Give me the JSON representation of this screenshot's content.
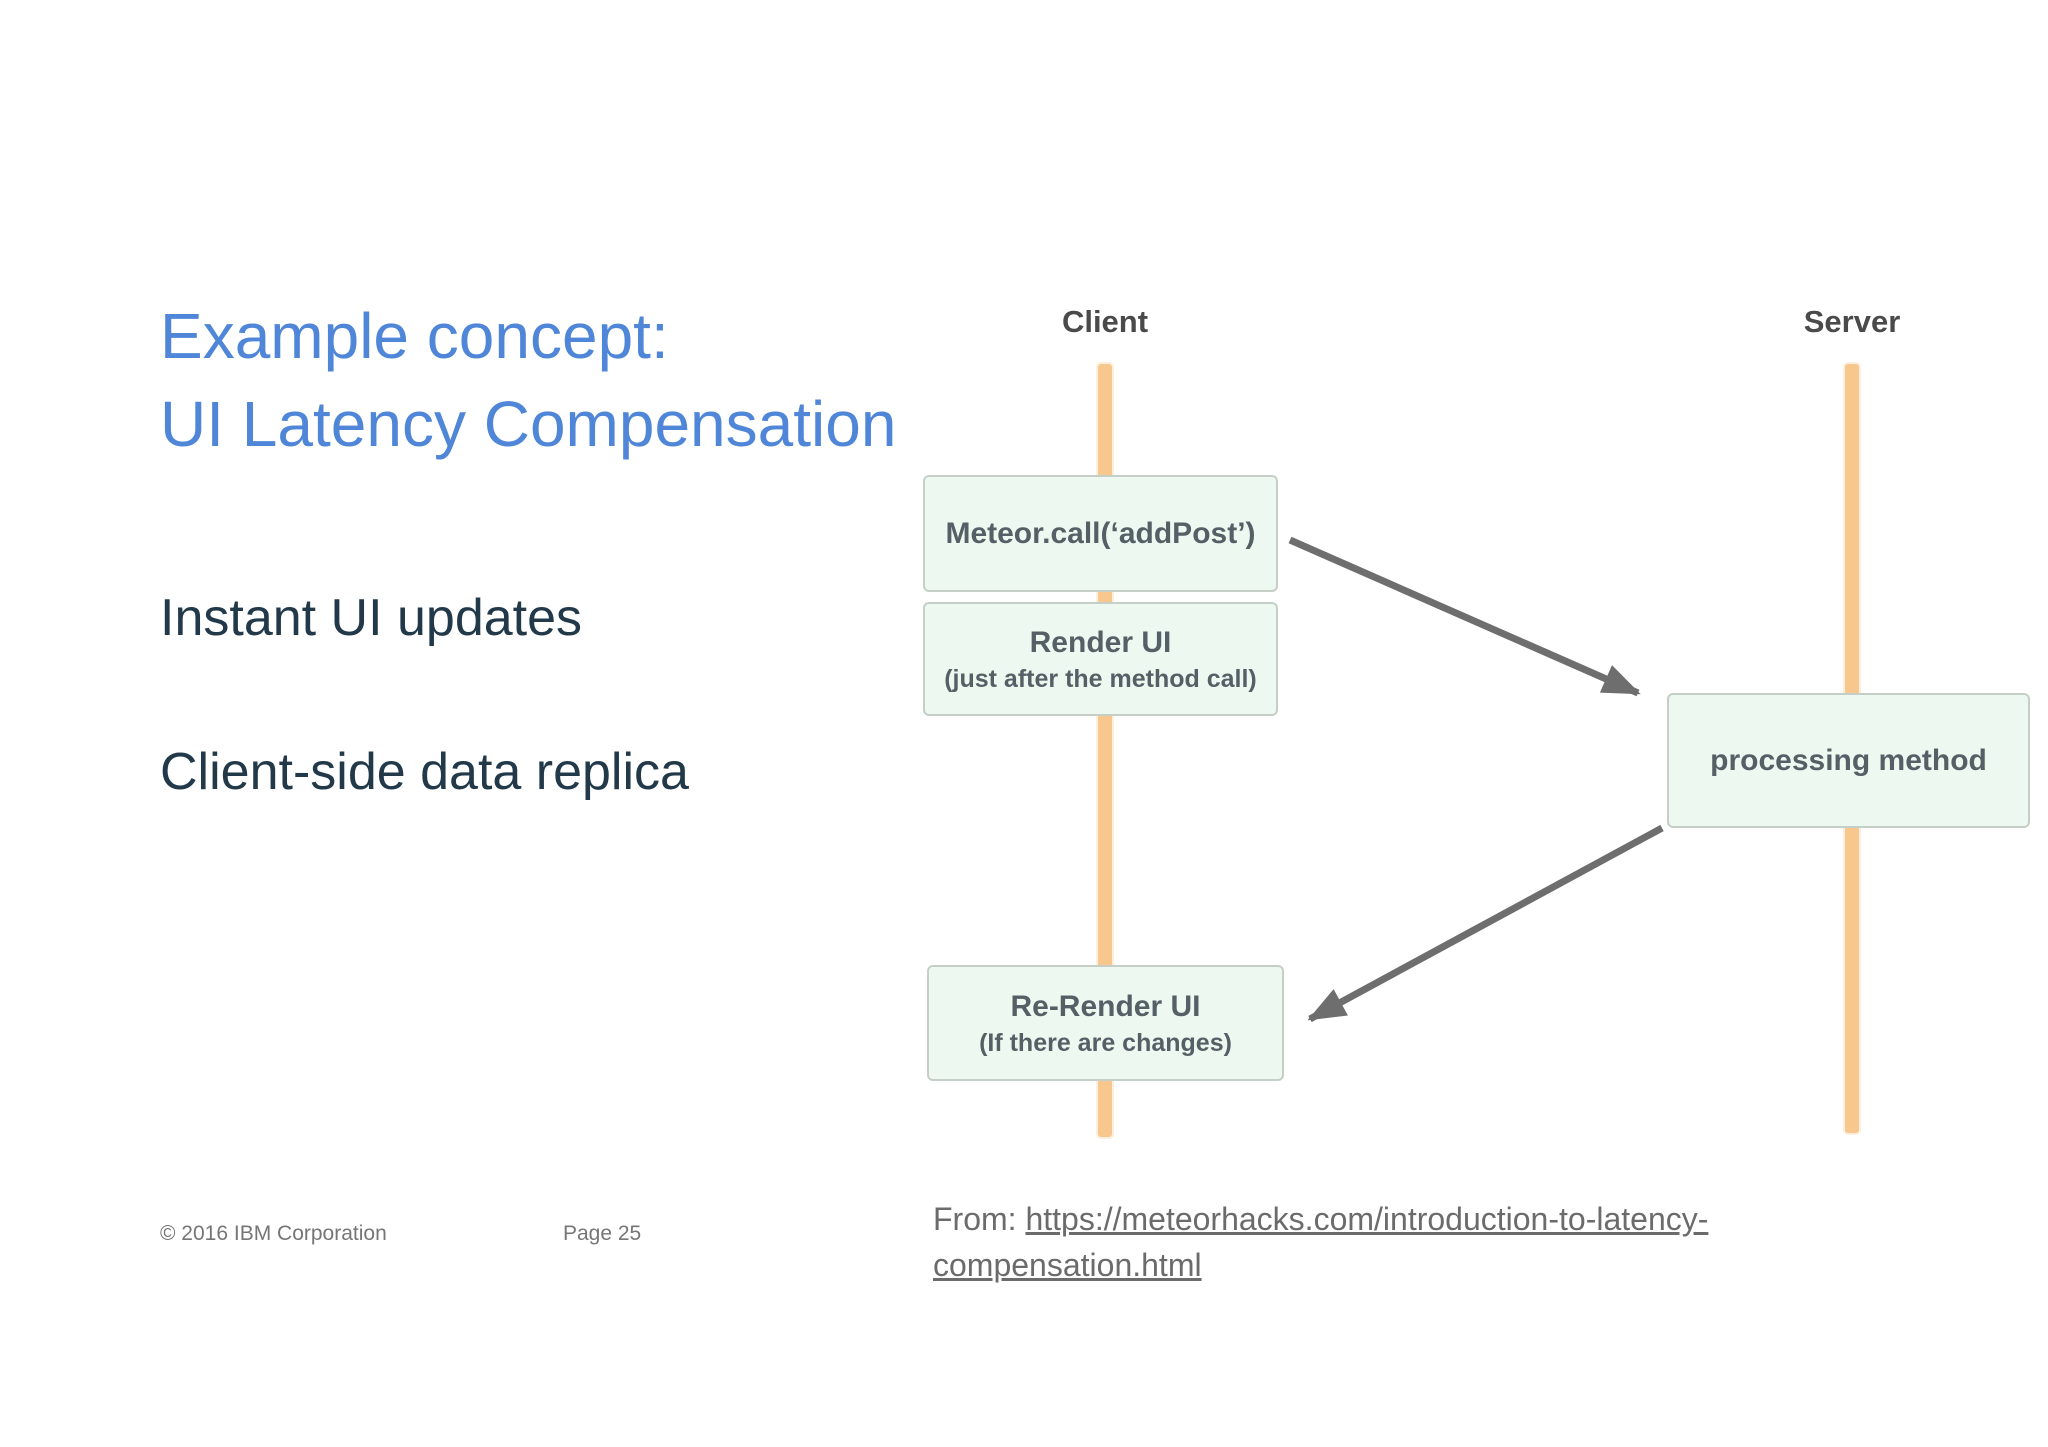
{
  "slide": {
    "title_line1": "Example concept:",
    "title_line2": "UI Latency Compensation",
    "bullets": [
      "Instant UI updates",
      "Client-side data replica"
    ],
    "footer": {
      "copyright": "© 2016 IBM Corporation",
      "page": "Page 25"
    },
    "source": {
      "prefix": "From:",
      "url_line1": "https://meteorhacks.com/introduction-to-latency-",
      "url_line2": "compensation.html"
    }
  },
  "diagram": {
    "type": "sequence-diagram",
    "lanes": [
      {
        "label": "Client"
      },
      {
        "label": "Server"
      }
    ],
    "boxes": [
      {
        "id": "meteor-call",
        "lane": "Client",
        "title": "Meteor.call(‘addPost’)",
        "subtitle": ""
      },
      {
        "id": "render-ui",
        "lane": "Client",
        "title": "Render UI",
        "subtitle": "(just after the method call)"
      },
      {
        "id": "processing-method",
        "lane": "Server",
        "title": "processing method",
        "subtitle": ""
      },
      {
        "id": "re-render-ui",
        "lane": "Client",
        "title": "Re-Render UI",
        "subtitle": "(If there are changes)"
      }
    ],
    "arrows": [
      {
        "from": "meteor-call",
        "to": "processing-method"
      },
      {
        "from": "processing-method",
        "to": "re-render-ui"
      }
    ],
    "colors": {
      "lifeline": "#f8c78e",
      "box_fill": "#edf9f0",
      "box_border": "#c5cfc8",
      "box_text": "#556066",
      "arrow": "#6e6e6e",
      "lane_label": "#4a4a4a"
    }
  },
  "colors": {
    "title": "#4f86d8",
    "body_text": "#22394a",
    "footer_text": "#767676",
    "source_text": "#6b6b6b"
  }
}
